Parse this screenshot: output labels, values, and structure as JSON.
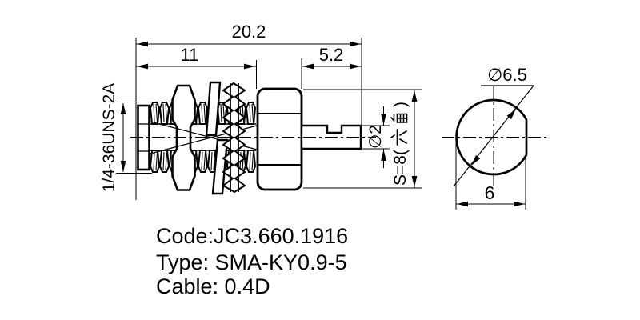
{
  "title": "SMA connector outline drawing",
  "side_view": {
    "dim_overall": "20.2",
    "dim_body": "11",
    "dim_pin": "5.2",
    "thread_spec": "1/4-36UNS-2A",
    "pin_diameter": "∅2",
    "hex_size": "S=8(六角)",
    "hex_size_prefix": "S=8(",
    "hex_size_hanzi": "六角",
    "hex_size_suffix": ")"
  },
  "end_view": {
    "diameter": "∅6.5",
    "flat_width": "6"
  },
  "notes": {
    "code": "Code:JC3.660.1916",
    "type": "Type: SMA-KY0.9-5",
    "cable": "Cable: 0.4D"
  },
  "colors": {
    "line": "#000000",
    "background": "#ffffff"
  }
}
